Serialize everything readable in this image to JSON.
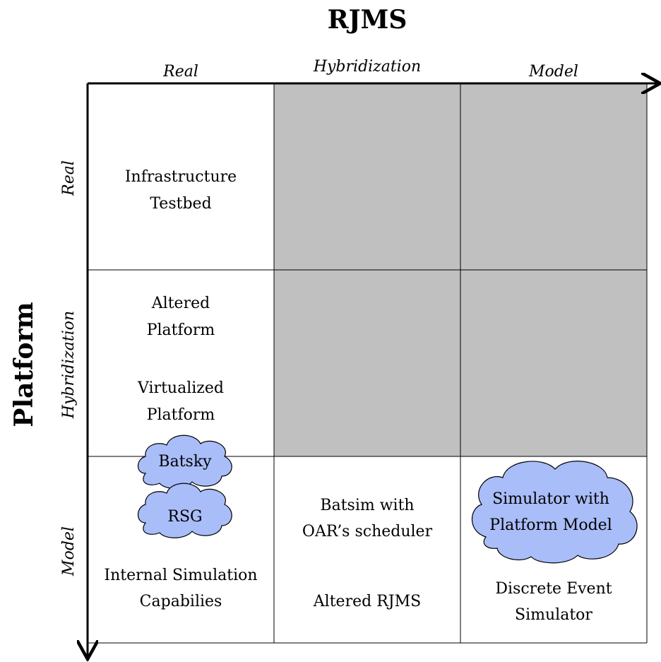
{
  "axes": {
    "rjms_title": "RJMS",
    "platform_title": "Platform",
    "columns": [
      "Real",
      "Hybridization",
      "Model"
    ],
    "rows": [
      "Real",
      "Hybridization",
      "Model"
    ]
  },
  "cells": {
    "real_real": [
      "Infrastructure",
      "Testbed"
    ],
    "hyb_real": {
      "altered": [
        "Altered",
        "Platform"
      ],
      "virtualized": [
        "Virtualized",
        "Platform"
      ]
    },
    "model_real": [
      "Internal Simulation",
      "Capabilies"
    ],
    "model_hyb": {
      "batsim": [
        "Batsim with",
        "OAR’s scheduler"
      ],
      "altered_rjms": "Altered RJMS"
    },
    "model_model": [
      "Discrete Event",
      "Simulator"
    ]
  },
  "clouds": {
    "batsky": "Batsky",
    "rsg": "RSG",
    "simulator": [
      "Simulator with",
      "Platform Model"
    ]
  },
  "colors": {
    "unavailable_cell": "#c0c0c0",
    "cloud_fill": "#a9bdf8",
    "line": "#000000"
  }
}
